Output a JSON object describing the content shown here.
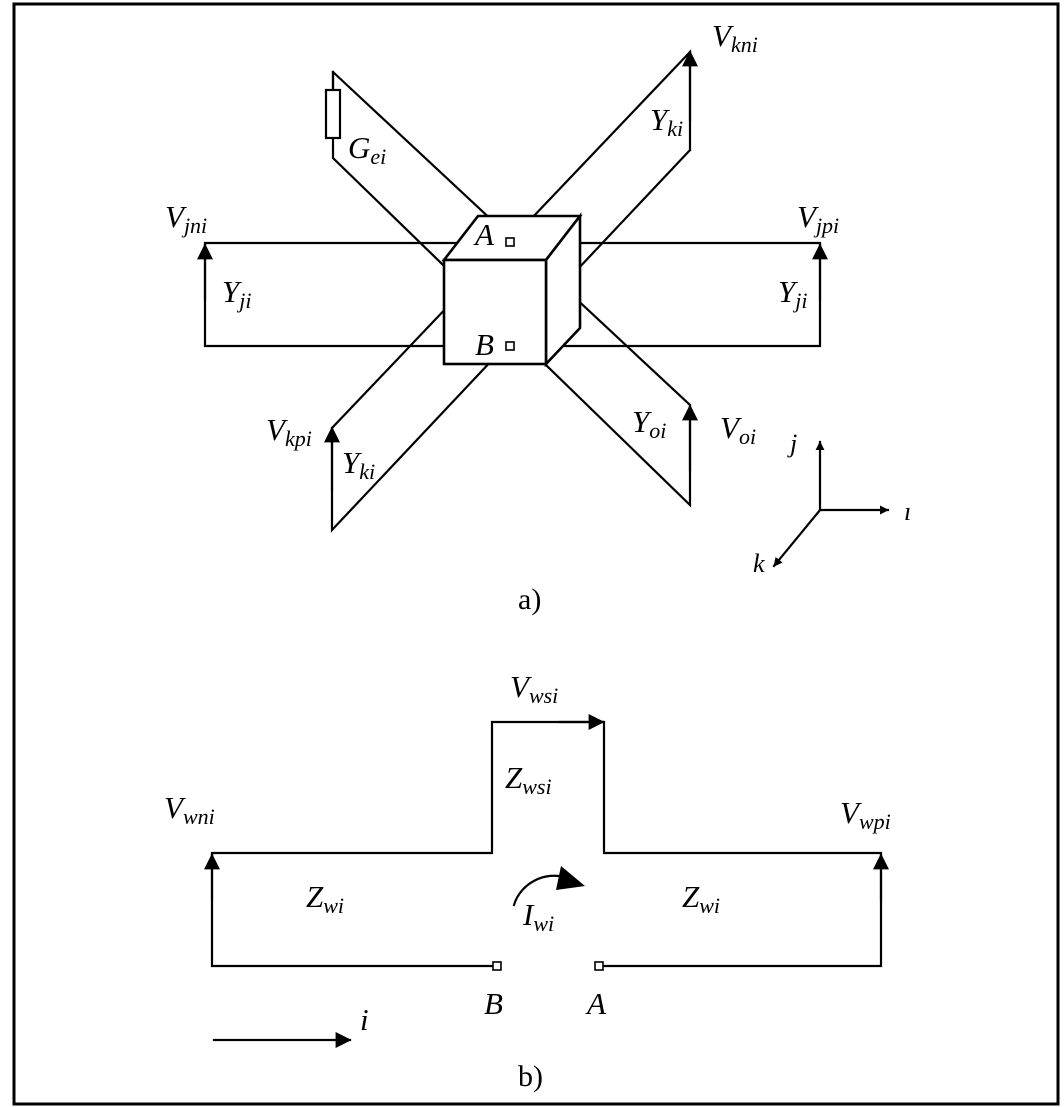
{
  "panel_a": {
    "caption": "a)",
    "labels": {
      "V_kni": {
        "main": "V",
        "sub": "kni"
      },
      "Y_ki_top": {
        "main": "Y",
        "sub": "ki"
      },
      "G_ei": {
        "main": "G",
        "sub": "ei"
      },
      "V_jni": {
        "main": "V",
        "sub": "jni"
      },
      "V_jpi": {
        "main": "V",
        "sub": "jpi"
      },
      "Y_ji_left": {
        "main": "Y",
        "sub": "ji"
      },
      "Y_ji_right": {
        "main": "Y",
        "sub": "ji"
      },
      "node_A": "A",
      "node_B": "B",
      "V_kpi": {
        "main": "V",
        "sub": "kpi"
      },
      "Y_ki_bottom": {
        "main": "Y",
        "sub": "ki"
      },
      "Y_oi": {
        "main": "Y",
        "sub": "oi"
      },
      "V_oi": {
        "main": "V",
        "sub": "oi"
      }
    },
    "axes": {
      "j": "j",
      "i": "ı",
      "k": "k"
    }
  },
  "panel_b": {
    "caption": "b)",
    "labels": {
      "V_wsi": {
        "main": "V",
        "sub": "wsi"
      },
      "Z_wsi": {
        "main": "Z",
        "sub": "wsi"
      },
      "V_wni": {
        "main": "V",
        "sub": "wni"
      },
      "V_wpi": {
        "main": "V",
        "sub": "wpi"
      },
      "Z_wi_left": {
        "main": "Z",
        "sub": "wi"
      },
      "Z_wi_right": {
        "main": "Z",
        "sub": "wi"
      },
      "I_wi": {
        "main": "I",
        "sub": "wi"
      },
      "node_B": "B",
      "node_A": "A",
      "axis_i": "i"
    }
  }
}
